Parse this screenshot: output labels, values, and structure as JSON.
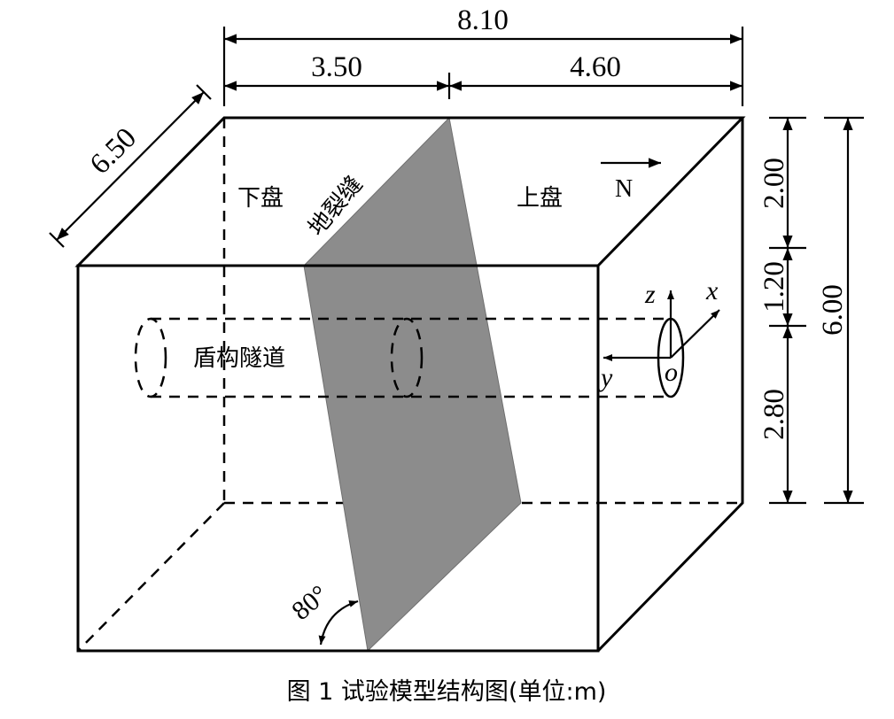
{
  "dimensions": {
    "total_length": "8.10",
    "left_length": "3.50",
    "right_length": "4.60",
    "depth": "6.50",
    "top_segment": "2.00",
    "mid_segment": "1.20",
    "bottom_segment": "2.80",
    "total_height": "6.00"
  },
  "labels": {
    "footwall": "下盘",
    "hanging_wall": "上盘",
    "fissure": "地裂缝",
    "tunnel": "盾构隧道",
    "north": "N",
    "angle": "80°"
  },
  "axes": {
    "x": "x",
    "y": "y",
    "z": "z",
    "origin": "o"
  },
  "caption": "图 1  试验模型结构图(单位:m)",
  "colors": {
    "line": "#000000",
    "fissure_plane": "#8c8c8c",
    "background": "#ffffff"
  }
}
